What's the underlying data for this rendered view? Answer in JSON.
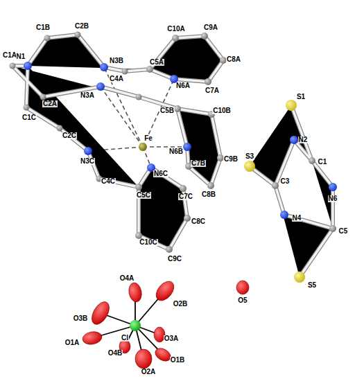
{
  "diagram": {
    "labels": [
      "C1B",
      "C2B",
      "C10A",
      "C9A",
      "C1A",
      "N1",
      "N3B",
      "C4A",
      "C5A",
      "C2A",
      "N3A",
      "Fe",
      "N6A",
      "C8A",
      "C7A",
      "C5B",
      "C10B",
      "S1",
      "C1C",
      "N2",
      "C2C",
      "N3C",
      "N6B",
      "C9B",
      "S3",
      "C1",
      "N6",
      "C7B",
      "C4C",
      "C5C",
      "N6C",
      "C7C",
      "C8B",
      "C3",
      "N4",
      "C5",
      "C8C",
      "C10C",
      "C9C",
      "S5",
      "O4A",
      "O2B",
      "O3B",
      "Cl",
      "O5",
      "O1A",
      "O3A",
      "O4B",
      "O1B",
      "O2A"
    ]
  }
}
